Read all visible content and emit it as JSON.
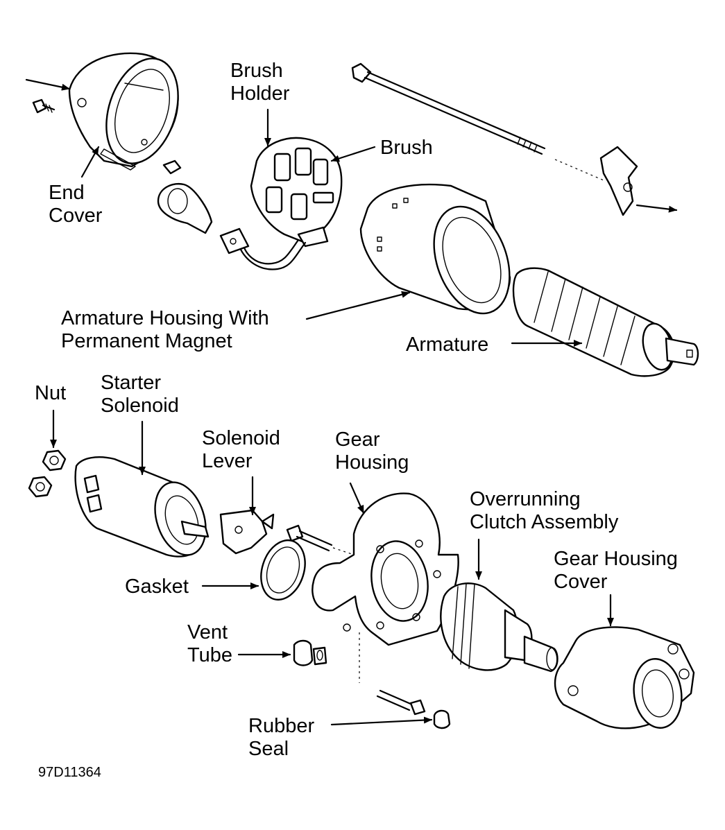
{
  "labels": {
    "end_cover": [
      "End",
      "Cover"
    ],
    "brush_holder": [
      "Brush",
      "Holder"
    ],
    "brush": "Brush",
    "armature_housing": [
      "Armature Housing With",
      "Permanent Magnet"
    ],
    "armature": "Armature",
    "nut": "Nut",
    "starter_solenoid": [
      "Starter",
      "Solenoid"
    ],
    "solenoid_lever": [
      "Solenoid",
      "Lever"
    ],
    "gear_housing": [
      "Gear",
      "Housing"
    ],
    "overrunning_clutch": [
      "Overrunning",
      "Clutch Assembly"
    ],
    "gear_housing_cover": [
      "Gear Housing",
      "Cover"
    ],
    "gasket": "Gasket",
    "vent_tube": [
      "Vent",
      "Tube"
    ],
    "rubber_seal": [
      "Rubber",
      "Seal"
    ]
  },
  "figure_code": "97D11364",
  "colors": {
    "ink": "#000000",
    "paper": "#ffffff"
  }
}
